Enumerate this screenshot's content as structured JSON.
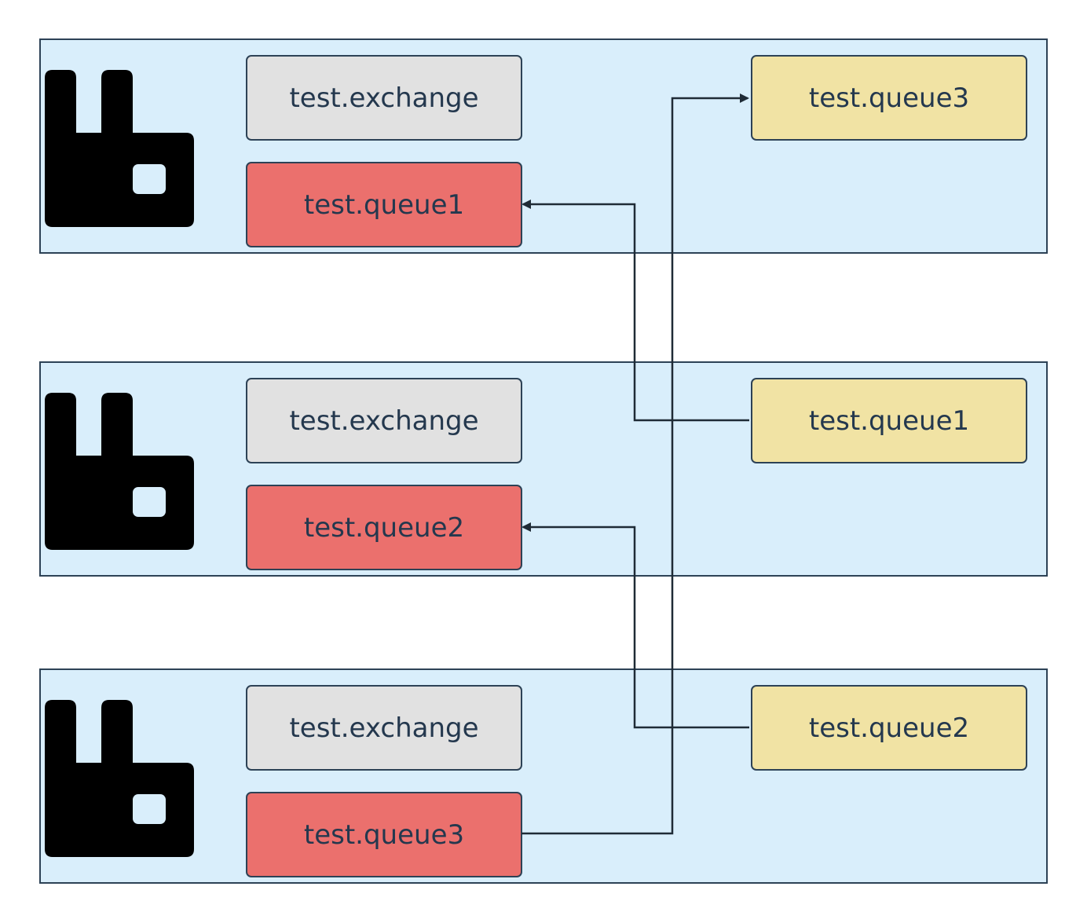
{
  "nodes": [
    {
      "exchange": "test.exchange",
      "mirror_queue": "test.queue1",
      "main_queue": "test.queue3"
    },
    {
      "exchange": "test.exchange",
      "mirror_queue": "test.queue2",
      "main_queue": "test.queue1"
    },
    {
      "exchange": "test.exchange",
      "mirror_queue": "test.queue3",
      "main_queue": "test.queue2"
    }
  ],
  "colors": {
    "panel_bg": "#d9eefb",
    "border": "#2d4256",
    "exchange_bg": "#e1e1e1",
    "mirror_queue_bg": "#eb706d",
    "main_queue_bg": "#f1e3a4",
    "connector": "#1f2b36"
  },
  "icons": [
    "rabbitmq-logo-icon"
  ]
}
